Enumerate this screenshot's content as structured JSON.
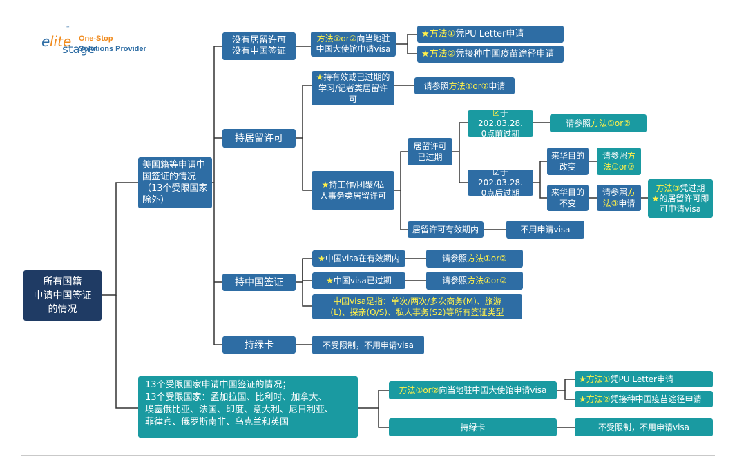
{
  "logo": {
    "brand_e": "e",
    "brand_lite": "lite",
    "brand_stage": "stage",
    "tm": "™",
    "tagline1": "One-Stop",
    "tagline2": "Solutions Provider",
    "colors": {
      "orange": "#f08a1c",
      "blue": "#2e6da4"
    }
  },
  "root": {
    "line1": "所有国籍",
    "line2": "申请中国签证",
    "line3": "的情况"
  },
  "us": {
    "label": "美国籍等申请中国签证的情况（13个受限国家除外）"
  },
  "none_permit": {
    "line1": "没有居留许可",
    "line2": "没有中国签证"
  },
  "method12_embassy": {
    "hl": "方法①or②",
    "rest1": "向当地驻",
    "line2": "中国大使馆申请visa"
  },
  "method1": {
    "star": "★",
    "hl": "方法①",
    "rest": " 凭PU Letter申请"
  },
  "method2": {
    "star": "★",
    "hl": "方法②",
    "rest": " 凭接种中国疫苗途径申请"
  },
  "has_permit": {
    "label": "持居留许可"
  },
  "study_permit": {
    "star": "★",
    "line1": "持有效或已过期的",
    "line2": "学习/记者类居留许可"
  },
  "refer12_a": {
    "pre": "请参照",
    "hl": "方法①or②",
    "post": "申请"
  },
  "work_permit": {
    "star": "★",
    "line1": "持工作/团聚/私",
    "line2": "人事务类居留许可"
  },
  "expired": {
    "line1": "居留许可",
    "line2": "已过期"
  },
  "before_date": {
    "icon": "☒",
    "line1": "于202.03.28.",
    "line2": "0点前过期"
  },
  "refer12_b": {
    "pre": "请参照",
    "hl": "方法①or②"
  },
  "after_date": {
    "icon": "☑",
    "line1": "于202.03.28.",
    "line2": "0点后过期"
  },
  "purpose_changed": {
    "line1": "来华目的",
    "line2": "改变"
  },
  "refer12_c": {
    "pre": "请参照",
    "hl1": "方",
    "hl2": "法①or②"
  },
  "purpose_same": {
    "line1": "来华目的",
    "line2": "不变"
  },
  "refer3": {
    "pre": "请参照",
    "hl": "方",
    "line2hl": "法③",
    "line2": "申请"
  },
  "method3": {
    "star": "★",
    "hl": "方法③",
    "rest1": "凭过期",
    "line2": "的居留许可即",
    "line3": "可申请visa"
  },
  "valid_permit": {
    "label": "居留许可有效期内"
  },
  "no_visa_a": {
    "label": "不用申请visa"
  },
  "has_visa": {
    "label": "持中国签证"
  },
  "visa_valid": {
    "star": "★",
    "label": "中国visa在有效期内"
  },
  "refer12_d": {
    "pre": "请参照",
    "hl": "方法①or②"
  },
  "visa_expired": {
    "star": "★",
    "label": "中国visa已过期"
  },
  "refer12_e": {
    "pre": "请参照",
    "hl": "方法①or②"
  },
  "visa_note": {
    "line1": "中国visa是指：单次/两次/多次商务(M)、旅游",
    "line2": "(L)、探亲(Q/S)、私人事务(S2)等所有签证类型"
  },
  "green_card": {
    "label": "持绿卡"
  },
  "no_limit_a": {
    "label": "不受限制，不用申请visa"
  },
  "restricted": {
    "line1": "13个受限国家申请中国签证的情况；",
    "line2": "13个受限国家：孟加拉国、比利时、加拿大、",
    "line3": "埃塞俄比亚、法国、印度、意大利、尼日利亚、",
    "line4": "菲律宾、俄罗斯南非、乌克兰和英国"
  },
  "restricted_embassy": {
    "hl": "方法①or②",
    "rest": "向当地驻中国大使馆申请visa"
  },
  "r_method1": {
    "star": "★",
    "hl": "方法①",
    "rest": " 凭PU Letter申请"
  },
  "r_method2": {
    "star": "★",
    "hl": "方法②",
    "rest": " 凭接种中国疫苗途径申请"
  },
  "r_green_card": {
    "label": "持绿卡"
  },
  "no_limit_b": {
    "label": "不受限制，不用申请visa"
  }
}
